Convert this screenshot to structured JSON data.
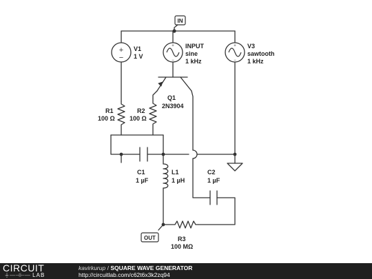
{
  "diagram": {
    "terminals": {
      "input": "IN",
      "output": "OUT"
    },
    "components": {
      "v1": {
        "name": "V1",
        "value": "1 V"
      },
      "input_source": {
        "name": "INPUT",
        "type": "sine",
        "freq": "1 kHz"
      },
      "v3": {
        "name": "V3",
        "type": "sawtooth",
        "freq": "1 kHz"
      },
      "q1": {
        "name": "Q1",
        "part": "2N3904"
      },
      "r1": {
        "name": "R1",
        "value": "100 Ω"
      },
      "r2": {
        "name": "R2",
        "value": "100 Ω"
      },
      "c1": {
        "name": "C1",
        "value": "1 µF"
      },
      "l1": {
        "name": "L1",
        "value": "1 µH"
      },
      "c2": {
        "name": "C2",
        "value": "1 µF"
      },
      "r3": {
        "name": "R3",
        "value": "100 MΩ"
      }
    },
    "source_symbols": {
      "plus": "+",
      "minus": "−"
    }
  },
  "footer": {
    "logo_top": "CIRCUIT",
    "logo_bottom": "LAB",
    "author": "kavirkurup",
    "separator": "/",
    "title": "SQUARE WAVE GENERATOR",
    "url": "http://circuitlab.com/c62t6x3k2zq94"
  },
  "colors": {
    "wire": "#333333",
    "node": "#333333",
    "footer_bg": "#1f1f1f"
  }
}
